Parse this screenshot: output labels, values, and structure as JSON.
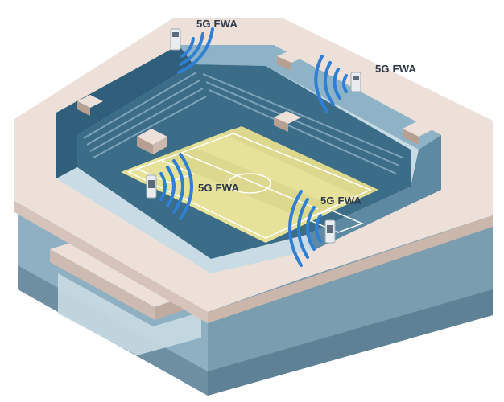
{
  "diagram": {
    "labels": {
      "top": "5G FWA",
      "right": "5G FWA",
      "left": "5G FWA",
      "bottom": "5G FWA"
    },
    "colors": {
      "roof": "#ece0d9",
      "roof_shade": "#d9c8bf",
      "wall": "#9fbccc",
      "wall_dark": "#7f9fb1",
      "seats": "#2f5f7a",
      "seats_light": "#8fb3c6",
      "field": "#e8e59c",
      "field_line": "#ffffff",
      "wave": "#2f7fd4",
      "antenna": "#e9edf1",
      "text": "#2f3a4a"
    },
    "icons": [
      "antenna-icon",
      "signal-wave-icon"
    ]
  }
}
